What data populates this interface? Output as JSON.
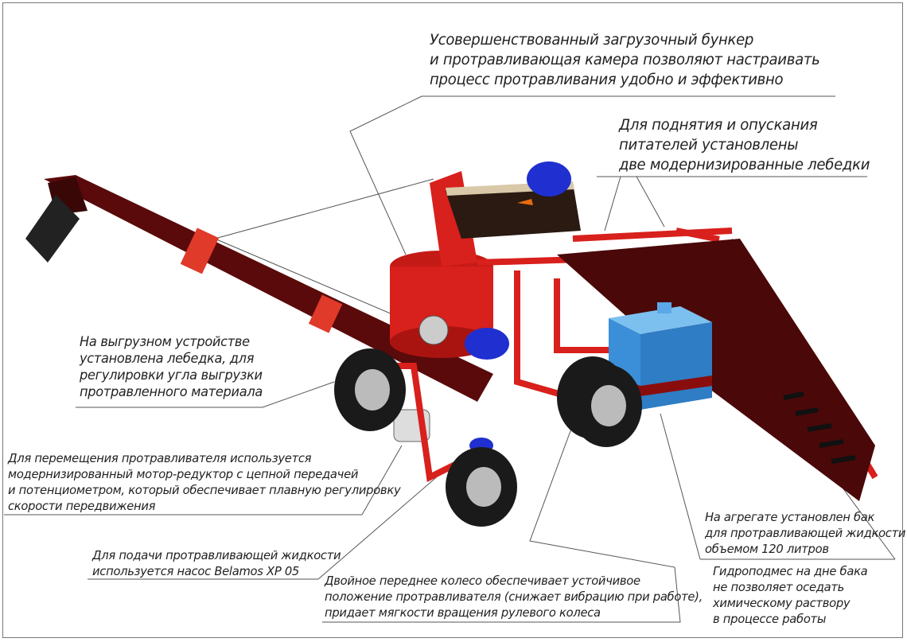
{
  "annotations": {
    "hopper": [
      "Усовершенствованный загрузочный бункер",
      "и протравливающая камера позволяют настраивать",
      "процесс протравливания удобно и эффективно"
    ],
    "winches": [
      "Для поднятия и опускания",
      "питателей установлены",
      "две модернизированные лебедки"
    ],
    "unloader": [
      "На выгрузном устройстве",
      "установлена лебедка, для",
      "регулировки угла выгрузки",
      "протравленного материала"
    ],
    "motor": [
      "Для перемещения протравливателя используется",
      "модернизированный мотор-редуктор с цепной передачей",
      "и потенциометром, который обеспечивает плавную регулировку",
      "скорости передвижения"
    ],
    "pump": [
      "Для подачи протравливающей жидкости",
      "используется насос Belamos XP 05"
    ],
    "wheel": [
      "Двойное переднее колесо обеспечивает устойчивое",
      "положение протравливателя (снижает вибрацию при работе),",
      "придает мягкости вращения рулевого колеса"
    ],
    "tank": [
      "На агрегате установлен бак",
      "для протравливающей жидкости",
      "объемом 120 литров"
    ],
    "mixer": [
      "Гидроподмес на дне бака",
      "не позволяет оседать",
      "химическому раствору",
      "в процессе работы"
    ]
  },
  "colors": {
    "frame_red": "#d8201c",
    "auger_dark": "#5a0a0a",
    "tank_blue": "#3a8fd8",
    "motor_blue": "#1f2fd0"
  }
}
